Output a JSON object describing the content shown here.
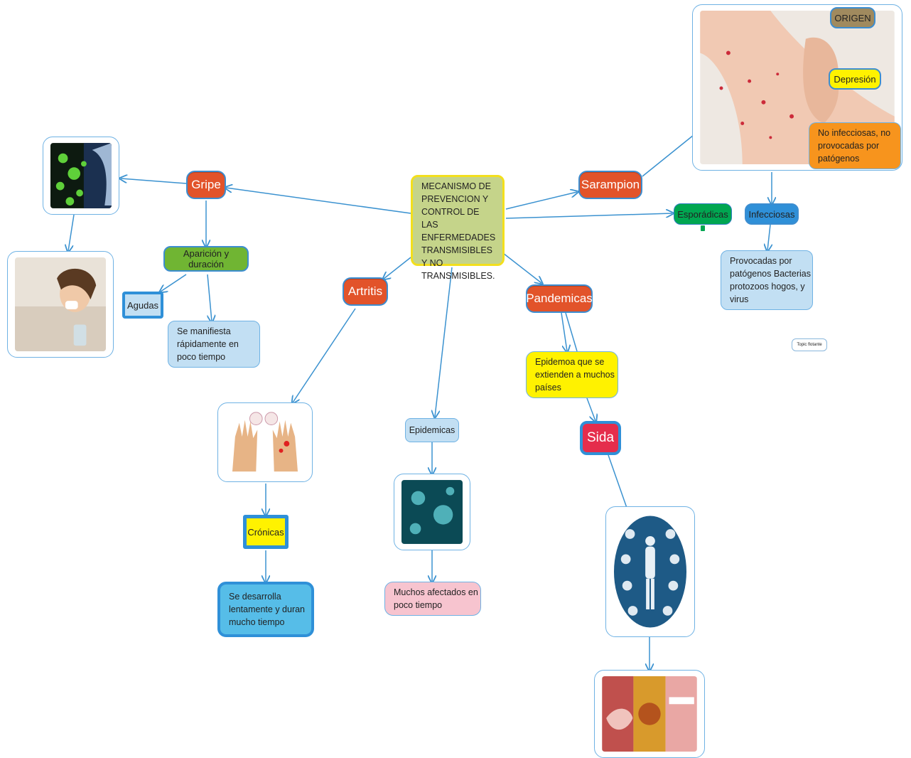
{
  "central": {
    "text": "MECANISMO DE PREVENCION Y CONTROL DE LAS ENFERMEDADES TRANSMISIBLES Y NO TRANSMISIBLES."
  },
  "gripe": {
    "title": "Gripe",
    "aparicion": "Aparición y duración",
    "agudas": "Agudas",
    "agudas_desc": "Se manifiesta rápidamente en poco tiempo"
  },
  "artritis": {
    "title": "Artritis",
    "cronicas": "Crónicas",
    "cronicas_desc": "Se desarrolla lentamente y duran mucho tiempo"
  },
  "epidemicas": {
    "title": "Epidemicas",
    "desc": "Muchos afectados en poco tiempo"
  },
  "pandemicas": {
    "title": "Pandemicas",
    "desc": "Epidemoa que se extienden a muchos países",
    "sida": "Sida"
  },
  "sarampion": {
    "title": "Sarampion",
    "origen": "ORIGEN",
    "depresion": "Depresión",
    "no_infecciosas": "No infecciosas, no provocadas por patógenos"
  },
  "esporadicas": {
    "title": "Esporádicas"
  },
  "infecciosas": {
    "title": "Infecciosas",
    "desc": "Provocadas por patógenos Bacterias protozoos hogos, y virus"
  },
  "floating_topic": "Topic flotante",
  "colors": {
    "line": "#3b92d0",
    "orange": "#e2532a",
    "green": "#70b533",
    "yellow": "#fff200",
    "light_blue": "#c2dff3",
    "blue": "#2f90d8",
    "pink": "#f7c4cf"
  }
}
